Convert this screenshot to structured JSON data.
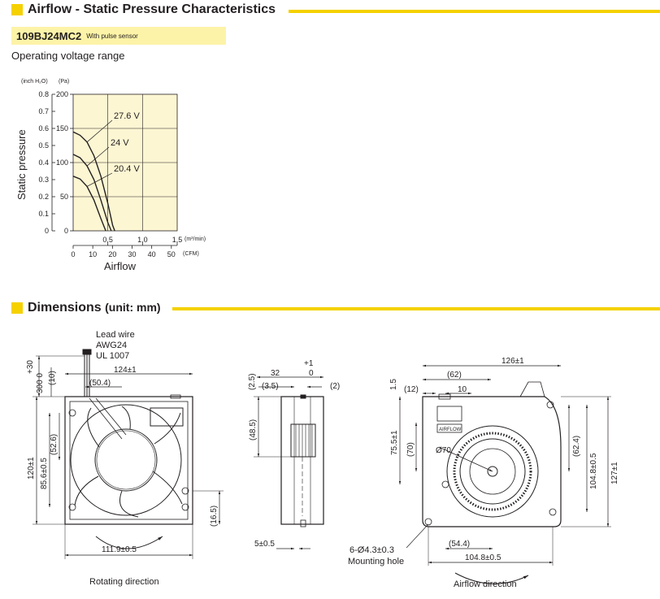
{
  "section1": {
    "title": "Airflow - Static Pressure Characteristics"
  },
  "model": {
    "name": "109BJ24MC2",
    "subtitle": "With pulse sensor"
  },
  "operating_range_label": "Operating voltage range",
  "section2": {
    "title": "Dimensions",
    "unit": "(unit: mm)"
  },
  "colors": {
    "accent": "#f5d100",
    "chart_bg": "#fdf6d3",
    "model_bg": "#fdf3a8"
  },
  "chart_data": {
    "type": "line",
    "xlabel": "Airflow",
    "ylabel": "Static pressure",
    "y_unit_left": "(inch H₂O)",
    "y_unit_right": "(Pa)",
    "x_unit_top": "(m³/min)",
    "x_unit_bottom": "(CFM)",
    "x_ticks_m3": [
      "0.5",
      "1.0",
      "1.5"
    ],
    "x_ticks_cfm": [
      "0",
      "10",
      "20",
      "30",
      "40",
      "50"
    ],
    "y_ticks_inch": [
      "0.8",
      "0.7",
      "0.6",
      "0.5",
      "0.4",
      "0.3",
      "0.2",
      "0.1",
      "0"
    ],
    "y_ticks_pa": [
      "200",
      "150",
      "100",
      "50",
      "0"
    ],
    "xlim": [
      0,
      1.5
    ],
    "ylim": [
      0,
      200
    ],
    "grid": true,
    "series": [
      {
        "name": "27.6 V",
        "x": [
          0,
          0.1,
          0.2,
          0.3,
          0.4,
          0.5,
          0.57,
          0.6
        ],
        "y": [
          145,
          140,
          130,
          110,
          80,
          40,
          8,
          0
        ]
      },
      {
        "name": "24 V",
        "x": [
          0,
          0.1,
          0.2,
          0.3,
          0.4,
          0.5,
          0.55
        ],
        "y": [
          112,
          107,
          95,
          75,
          45,
          12,
          0
        ]
      },
      {
        "name": "20.4 V",
        "x": [
          0,
          0.1,
          0.2,
          0.3,
          0.4,
          0.47
        ],
        "y": [
          80,
          76,
          65,
          45,
          18,
          0
        ]
      }
    ]
  },
  "dimensions": {
    "lead_wire": [
      "Lead wire",
      "AWG24",
      "UL 1007"
    ],
    "front": {
      "lead_len": "+30",
      "lead_len2": "300  0",
      "d10": "(10)",
      "width": "124±1",
      "d504": "(50.4)",
      "d526": "(52.6)",
      "height": "120±1",
      "d856": "85.6±0.5",
      "d165": "(16.5)",
      "d1119": "111.9±0.5",
      "rotating": "Rotating direction"
    },
    "side": {
      "d25": "(2.5)",
      "depth": "32",
      "depth_tol_plus": "+1",
      "depth_tol_minus": "0",
      "d35": "(3.5)",
      "d2": "(2)",
      "d485": "(48.5)",
      "d5": "5±0.5"
    },
    "back": {
      "width": "126±1",
      "d62": "(62)",
      "d12": "(12)",
      "d15": "1.5",
      "d10": "10",
      "d755": "75.5±1",
      "d70": "(70)",
      "phi70": "Ø70",
      "d624": "(62.4)",
      "d1048v": "104.8±0.5",
      "d127": "127±1",
      "d544": "(54.4)",
      "d1048h": "104.8±0.5",
      "holes": "6-Ø4.3±0.3",
      "mounting": "Mounting hole",
      "airflow_dir": "Airflow direction",
      "airflow_label": "AIRFLOW"
    }
  }
}
